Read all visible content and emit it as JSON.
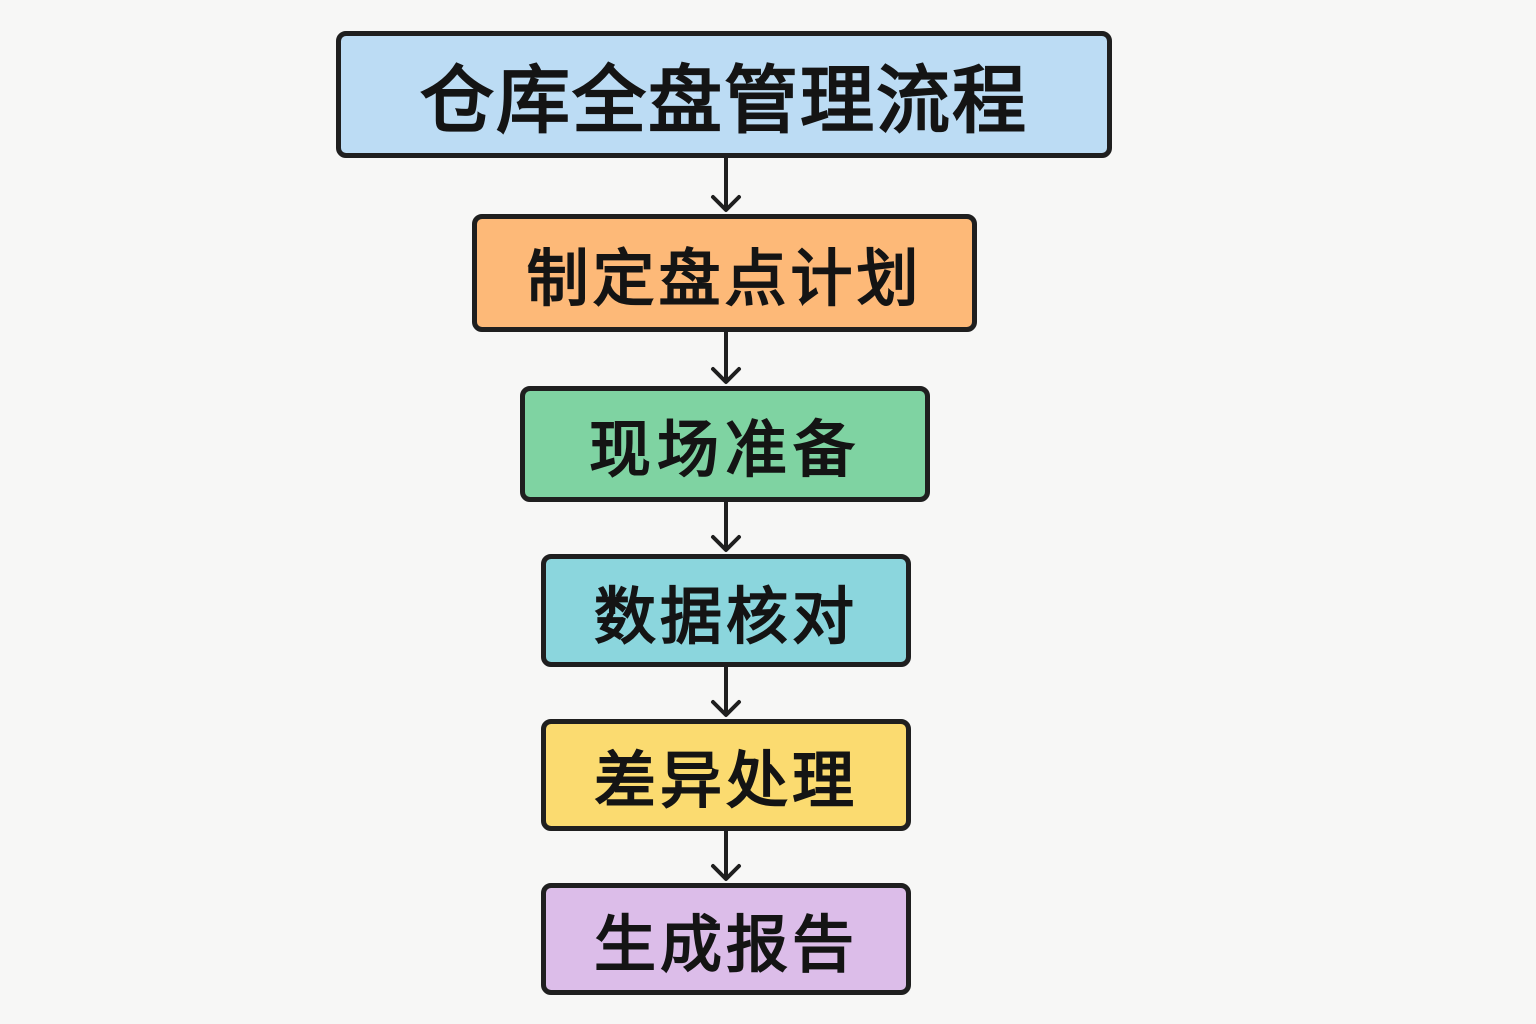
{
  "diagram": {
    "title": "仓库全盘管理流程",
    "steps": [
      {
        "label": "制定盘点计划",
        "color": "#fdb978"
      },
      {
        "label": "现场准备",
        "color": "#7fd3a2"
      },
      {
        "label": "数据核对",
        "color": "#8bd6dd"
      },
      {
        "label": "差异处理",
        "color": "#fbdb70"
      },
      {
        "label": "生成报告",
        "color": "#dcbde9"
      }
    ],
    "title_color": "#bcdcf4",
    "border_color": "#1f1f1f",
    "arrow_color": "#1f1f1f"
  }
}
